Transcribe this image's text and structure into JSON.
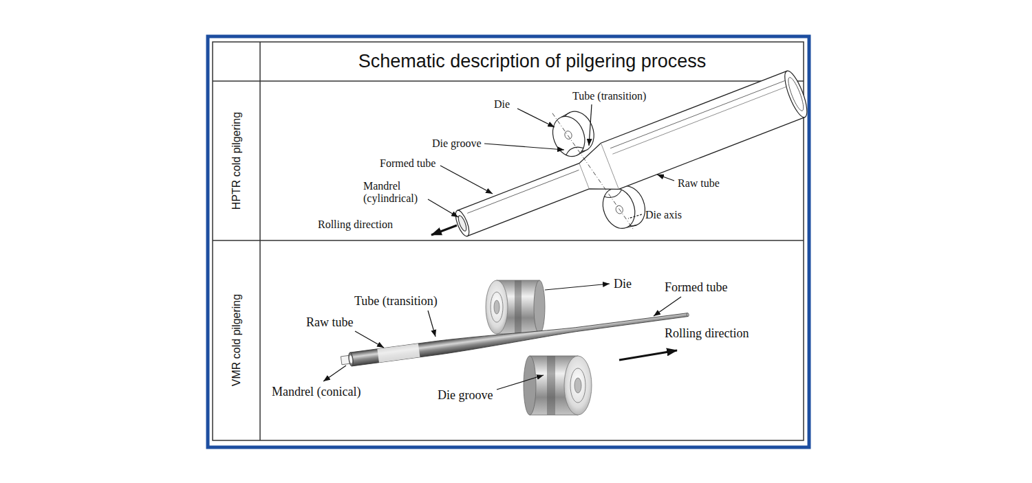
{
  "diagram": {
    "title": "Schematic description of pilgering process",
    "labels": [
      "HPTR cold pilgering",
      "Die",
      "Tube (transition)",
      "Die groove",
      "Formed tube",
      "Mandrel (cylindrical)",
      "Rolling direction",
      "Raw tube",
      "Die axis",
      "VMR cold pilgering",
      "Tube (transition)",
      "Die",
      "Formed tube",
      "Raw tube",
      "Rolling direction",
      "Mandrel (conical)",
      "Die groove"
    ]
  }
}
